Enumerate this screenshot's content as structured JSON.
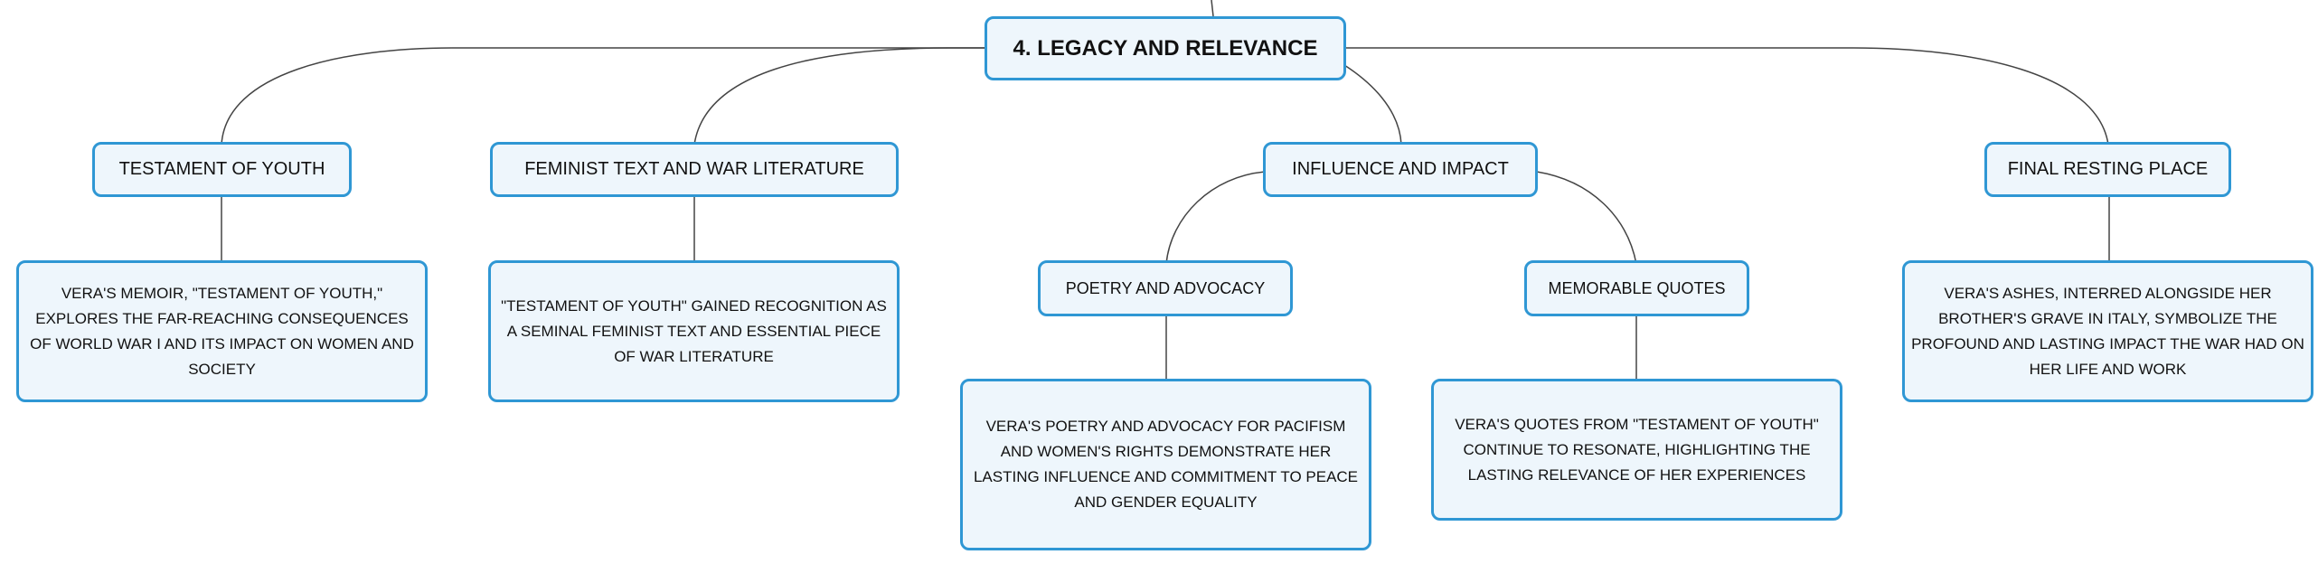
{
  "root": {
    "title": "4. LEGACY AND RELEVANCE"
  },
  "branches": [
    {
      "title": "TESTAMENT OF YOUTH",
      "detail": "VERA'S MEMOIR, \"TESTAMENT OF YOUTH,\" EXPLORES THE FAR-REACHING CONSEQUENCES OF WORLD WAR I AND ITS IMPACT ON WOMEN AND SOCIETY"
    },
    {
      "title": "FEMINIST TEXT AND WAR LITERATURE",
      "detail": "\"TESTAMENT OF YOUTH\" GAINED RECOGNITION AS A SEMINAL FEMINIST TEXT AND ESSENTIAL PIECE OF WAR LITERATURE"
    },
    {
      "title": "INFLUENCE AND IMPACT",
      "children": [
        {
          "title": "POETRY AND ADVOCACY",
          "detail": "VERA'S POETRY AND ADVOCACY FOR PACIFISM AND WOMEN'S RIGHTS DEMONSTRATE HER LASTING INFLUENCE AND COMMITMENT TO PEACE AND GENDER EQUALITY"
        },
        {
          "title": "MEMORABLE QUOTES",
          "detail": "VERA'S QUOTES FROM \"TESTAMENT OF YOUTH\" CONTINUE TO RESONATE, HIGHLIGHTING THE LASTING RELEVANCE OF HER EXPERIENCES"
        }
      ]
    },
    {
      "title": "FINAL RESTING PLACE",
      "detail": "VERA'S ASHES, INTERRED ALONGSIDE HER BROTHER'S GRAVE IN ITALY, SYMBOLIZE THE PROFOUND AND LASTING IMPACT THE WAR HAD ON HER LIFE AND WORK"
    }
  ],
  "colors": {
    "border": "#2f97d4",
    "fill": "#eef6fc",
    "line": "#444444"
  }
}
